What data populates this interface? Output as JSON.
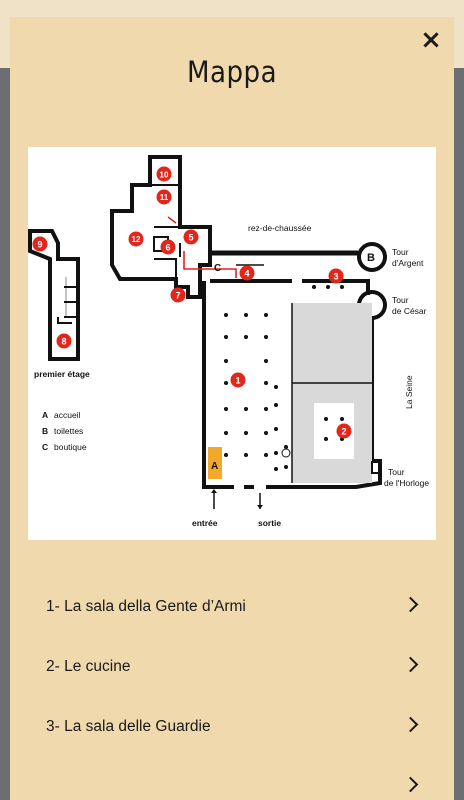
{
  "modal": {
    "title": "Mappa",
    "close_label": "×"
  },
  "map": {
    "labels": {
      "ground_floor": "rez-de-chaussée",
      "first_floor": "premier étage",
      "tour_argent_1": "Tour",
      "tour_argent_2": "d'Argent",
      "tour_cesar_1": "Tour",
      "tour_cesar_2": "de César",
      "tour_horloge_1": "Tour",
      "tour_horloge_2": "de l'Horloge",
      "seine": "La Seine",
      "entrance": "entrée",
      "exit": "sortie",
      "c_marker": "C"
    },
    "legend": [
      {
        "key": "A",
        "text": "accueil"
      },
      {
        "key": "B",
        "text": "toilettes"
      },
      {
        "key": "C",
        "text": "boutique"
      }
    ],
    "rooms": [
      "1",
      "2",
      "3",
      "4",
      "5",
      "6",
      "7",
      "8",
      "9",
      "10",
      "11",
      "12"
    ],
    "markers": {
      "A": "A",
      "B": "B"
    }
  },
  "rooms_list": [
    {
      "label": "1- La sala della Gente d’Armi"
    },
    {
      "label": "2- Le cucine"
    },
    {
      "label": "3- La sala delle Guardie"
    }
  ]
}
